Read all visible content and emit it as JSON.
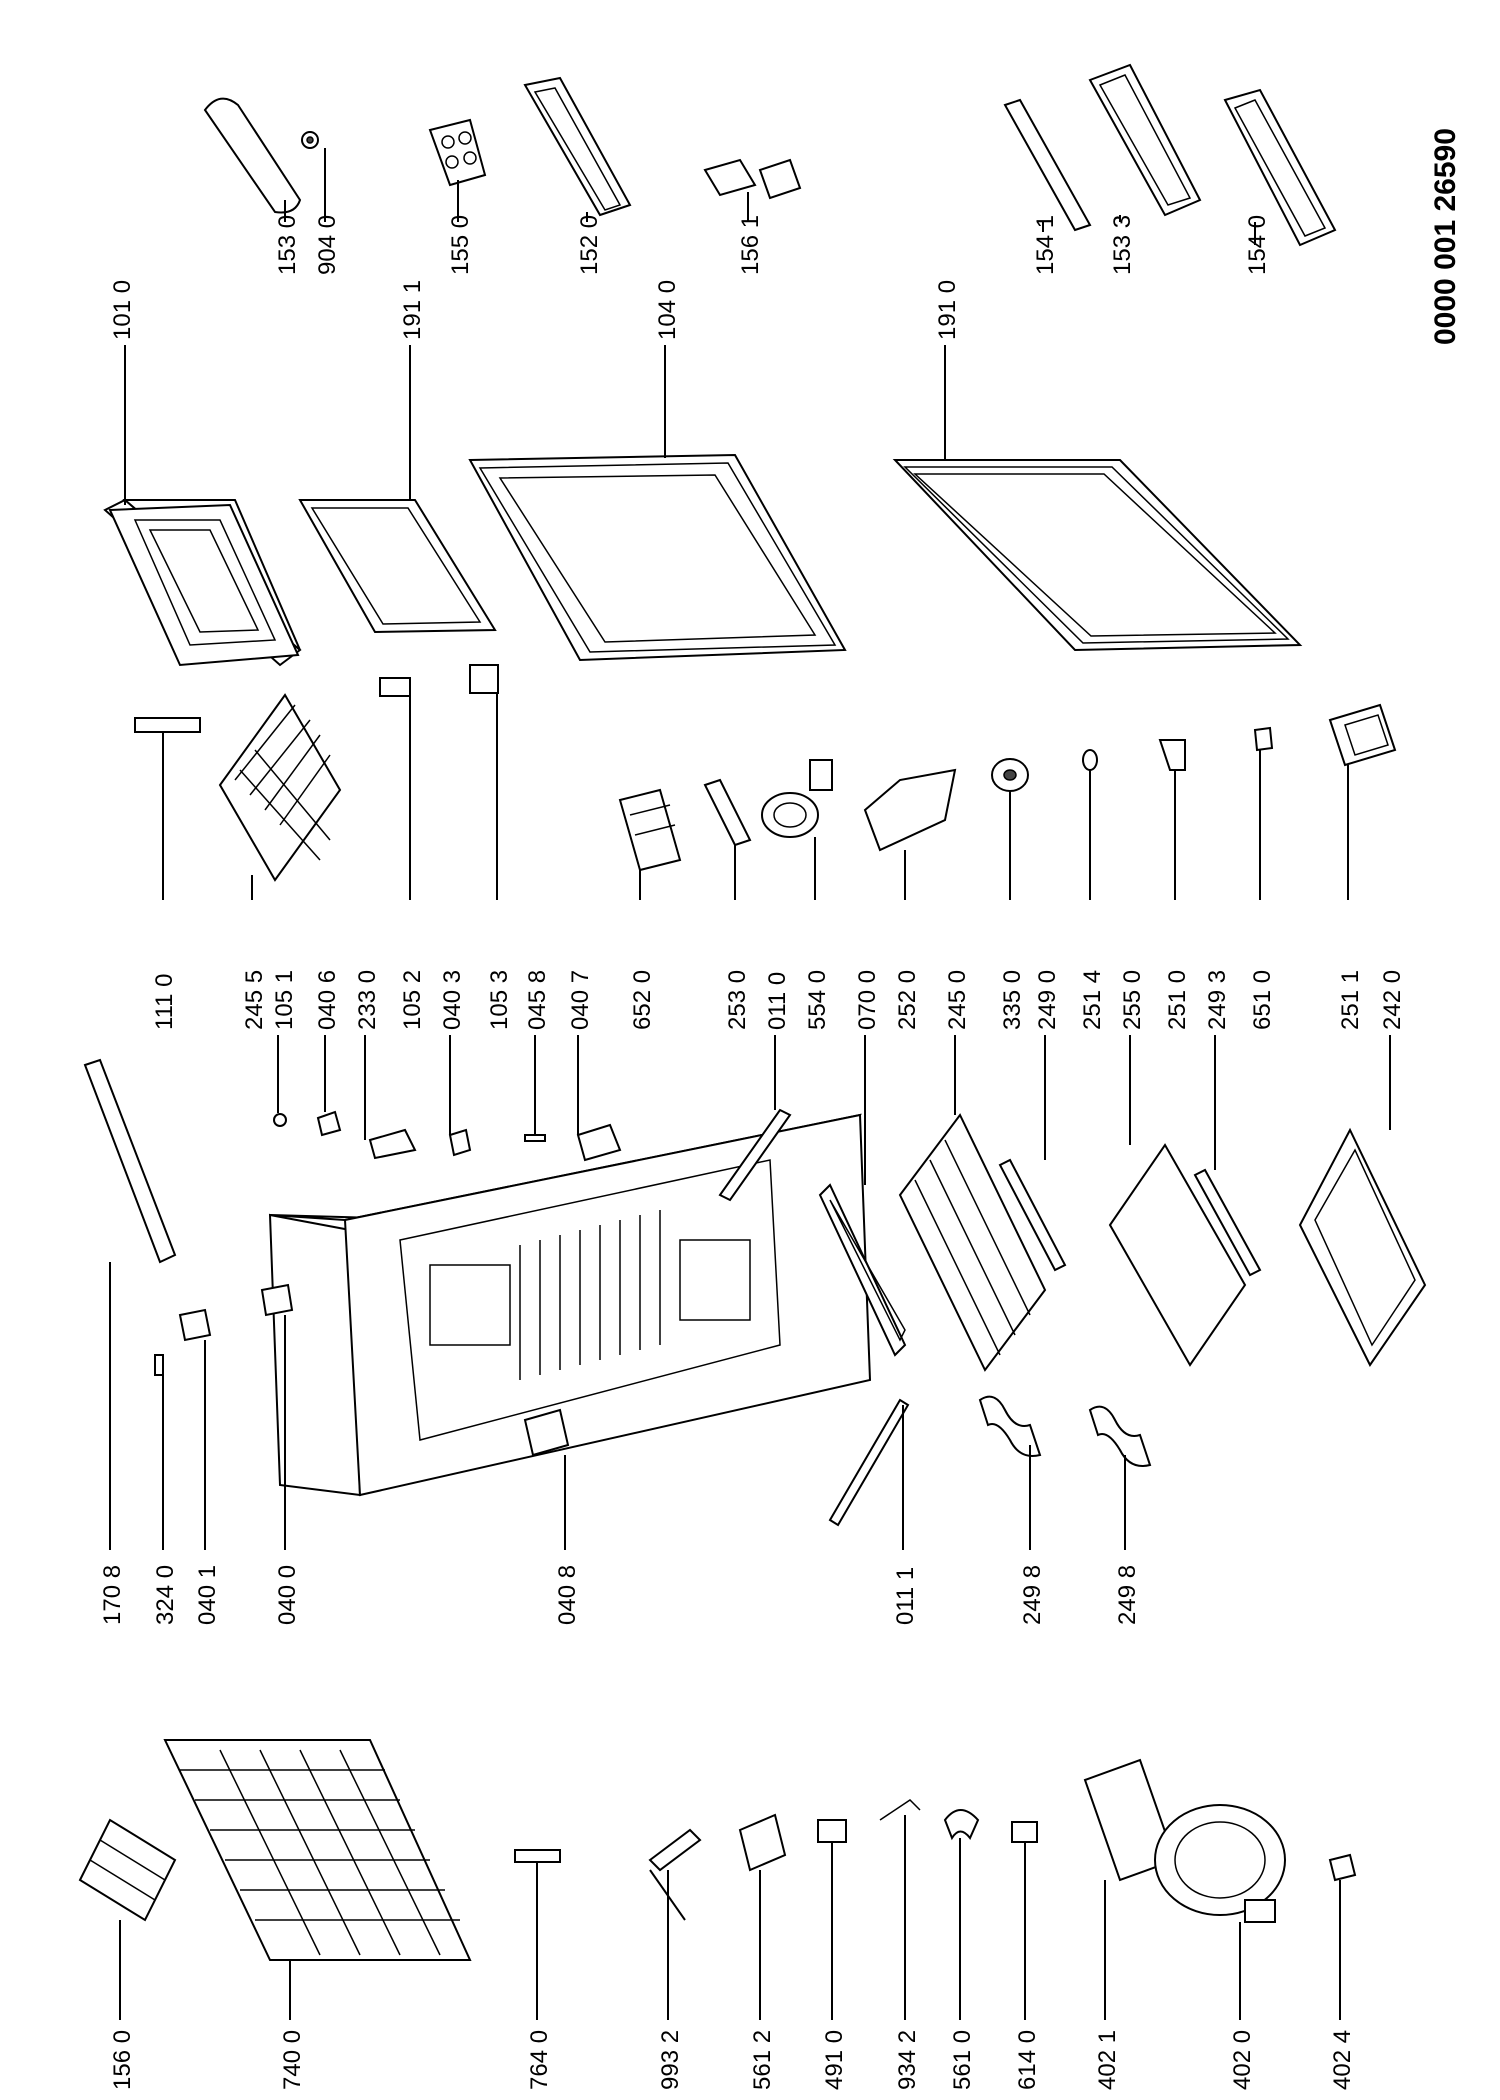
{
  "reference_number": "0000 001 26590",
  "labels": [
    "101 0",
    "153 0",
    "904 0",
    "191 1",
    "155 0",
    "152 0",
    "104 0",
    "156 1",
    "191 0",
    "154 1",
    "153 3",
    "154 0",
    "111 0",
    "245 5",
    "105 1",
    "040 6",
    "233 0",
    "105 2",
    "040 3",
    "105 3",
    "045 8",
    "040 7",
    "652 0",
    "253 0",
    "011 0",
    "554 0",
    "070 0",
    "252 0",
    "245 0",
    "335 0",
    "249 0",
    "251 4",
    "255 0",
    "251 0",
    "249 3",
    "651 0",
    "251 1",
    "242 0",
    "170 8",
    "324 0",
    "040 1",
    "040 0",
    "040 8",
    "011 1",
    "249 8",
    "249 8",
    "156 0",
    "740 0",
    "764 0",
    "993 2",
    "561 2",
    "491 0",
    "934 2",
    "561 0",
    "614 0",
    "402 1",
    "402 0",
    "402 4"
  ]
}
